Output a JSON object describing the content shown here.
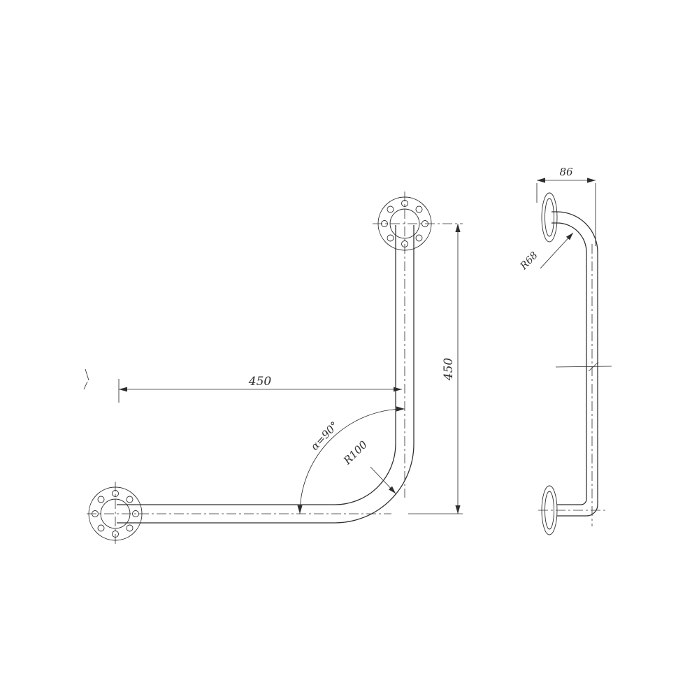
{
  "drawing": {
    "type": "technical-drawing-grab-bar",
    "views": {
      "front": {
        "horizontal_length": "450",
        "vertical_length": "450",
        "bend_angle": "α=90°",
        "bend_radius": "R100"
      },
      "side": {
        "wall_offset": "86",
        "bend_radius": "R68"
      }
    },
    "colors": {
      "line": "#2d2d2d",
      "background": "#ffffff"
    }
  }
}
